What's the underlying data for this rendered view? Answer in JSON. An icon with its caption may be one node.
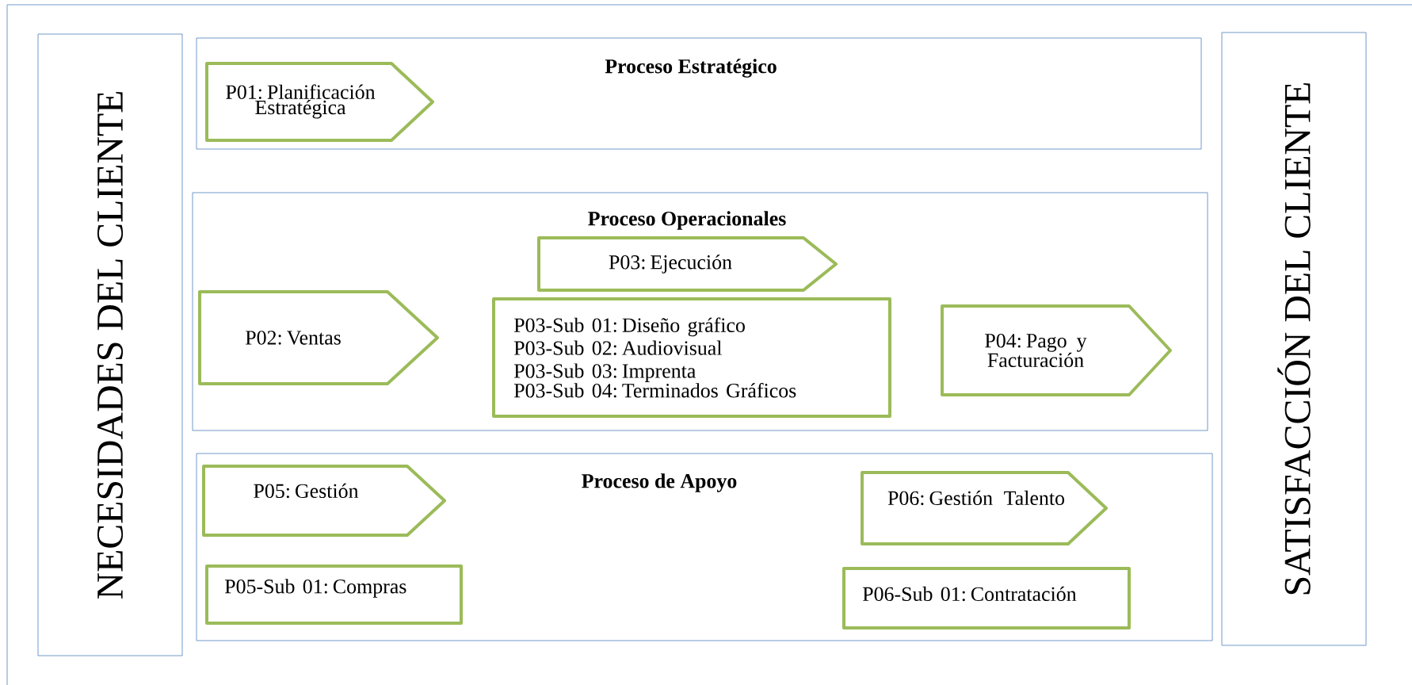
{
  "diagram": {
    "nodes": [
      {
        "text": [
          "NECESIDADES DEL CLIENTE"
        ]
      },
      {
        "text": [
          "Proceso Estratégico"
        ]
      },
      {
        "text": [
          "P01: Planificación Estratégica"
        ],
        "in": 1
      },
      {
        "text": [
          "Proceso Operacionales"
        ]
      },
      {
        "text": [
          "P03: Ejecución"
        ],
        "in": 3
      },
      {
        "text": [
          "P03-Sub 01: Diseño gráfico",
          "P03-Sub 02: Audiovisual",
          "P03-Sub 03: Imprenta",
          "P03-Sub 04: Terminados Gráficos"
        ],
        "in": 3
      },
      {
        "text": [
          "P02: Ventas"
        ],
        "in": 3
      },
      {
        "text": [
          "P04: Pago y Facturación"
        ],
        "in": 3
      },
      {
        "text": [
          "Proceso de Apoyo"
        ]
      },
      {
        "text": [
          "P05: Gestión"
        ],
        "in": 8
      },
      {
        "text": [
          "P05-Sub 01: Compras"
        ],
        "in": 8
      },
      {
        "text": [
          "P06: Gestión Talento"
        ],
        "in": 8
      },
      {
        "text": [
          "P06-Sub 01: Contratación"
        ],
        "in": 8
      },
      {
        "text": [
          "SATISFACCIÓN DEL CLIENTE"
        ]
      }
    ],
    "edges": []
  }
}
